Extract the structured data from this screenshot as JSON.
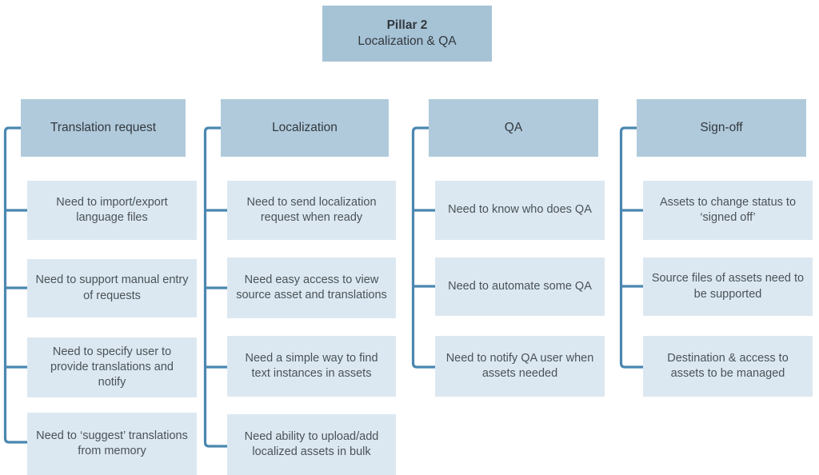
{
  "diagram": {
    "type": "org-tree",
    "root": {
      "title": "Pillar 2",
      "subtitle": "Localization & QA"
    },
    "colors": {
      "root_fill": "#a6c3d6",
      "header_fill": "#b0cadc",
      "leaf_fill": "#dce8f1",
      "connector": "#4a87b0",
      "text": "#3d4348",
      "background": "#ffffff"
    },
    "columns": [
      {
        "header": "Translation request",
        "items": [
          "Need to import/export language files",
          "Need to support manual entry of requests",
          "Need to specify user to provide translations and notify",
          "Need to ‘suggest’ translations from memory"
        ]
      },
      {
        "header": "Localization",
        "items": [
          "Need to send localization request when ready",
          "Need easy access to view source asset and translations",
          "Need a simple way to find text instances in assets",
          "Need ability to upload/add localized assets in bulk"
        ]
      },
      {
        "header": "QA",
        "items": [
          "Need to know who does QA",
          "Need to automate some QA",
          "Need to notify QA user when assets needed"
        ]
      },
      {
        "header": "Sign-off",
        "items": [
          "Assets to change status to ‘signed off’",
          "Source files of assets need to be supported",
          "Destination & access to assets to be managed"
        ]
      }
    ]
  }
}
